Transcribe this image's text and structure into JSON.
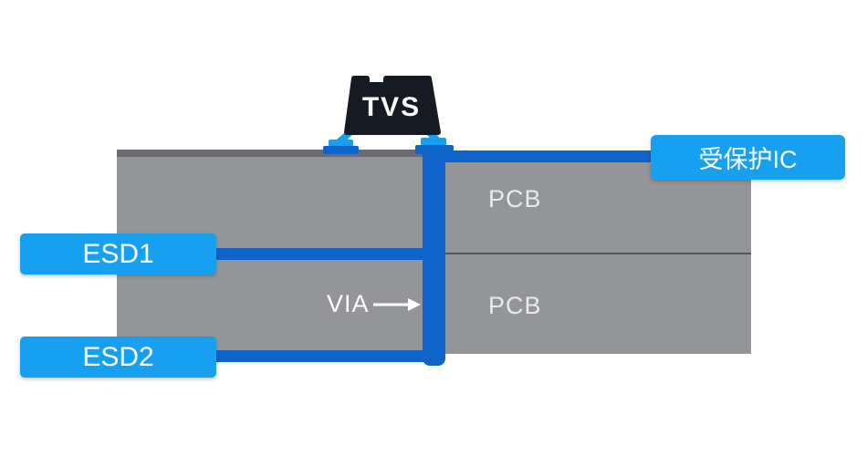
{
  "labels": {
    "tvs": "TVS",
    "esd1": "ESD1",
    "esd2": "ESD2",
    "protected_ic": "受保护IC",
    "via": "VIA",
    "pcb_top": "PCB",
    "pcb_bottom": "PCB"
  },
  "colors": {
    "accent": "#18A0F0",
    "trace": "#1063C8",
    "pcb-gray": "#939598",
    "pcb-edge": "#6A6C6F",
    "pcb-divider": "#58595C",
    "pcb-text": "#E8E9EA",
    "tvs-body": "#161A22",
    "label-text": "#FFFFFF"
  }
}
